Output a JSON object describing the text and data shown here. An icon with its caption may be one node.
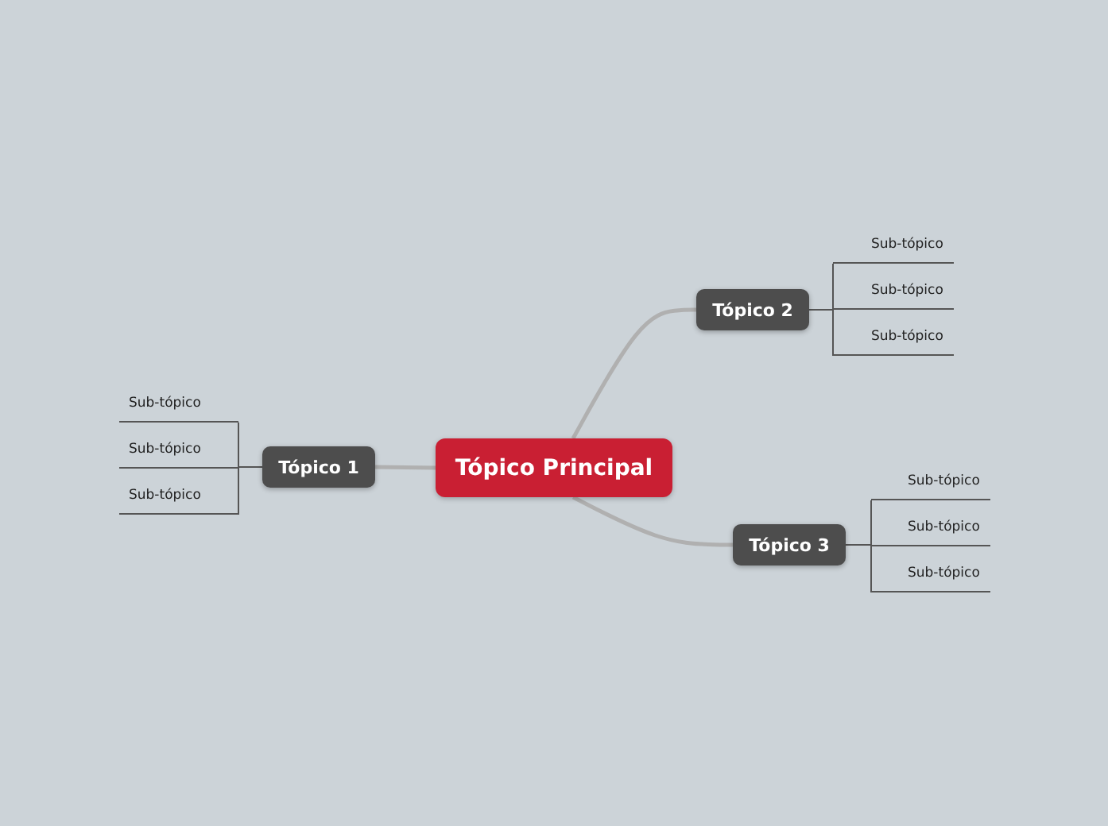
{
  "diagram": {
    "nodes": [
      {
        "text": [
          "Tópico Principal"
        ]
      },
      {
        "text": [
          "Tópico 1"
        ]
      },
      {
        "text": [
          "Tópico 2"
        ]
      },
      {
        "text": [
          "Tópico 3"
        ]
      },
      {
        "text": [
          "Sub-tópico"
        ]
      },
      {
        "text": [
          "Sub-tópico"
        ]
      },
      {
        "text": [
          "Sub-tópico"
        ]
      },
      {
        "text": [
          "Sub-tópico"
        ]
      },
      {
        "text": [
          "Sub-tópico"
        ]
      },
      {
        "text": [
          "Sub-tópico"
        ]
      },
      {
        "text": [
          "Sub-tópico"
        ]
      },
      {
        "text": [
          "Sub-tópico"
        ]
      },
      {
        "text": [
          "Sub-tópico"
        ]
      }
    ],
    "edges": [
      {
        "from": 0,
        "to": 1,
        "arrow": "none",
        "style": "thick",
        "color": "#b0b0b0"
      },
      {
        "from": 0,
        "to": 2,
        "arrow": "none",
        "style": "thick",
        "color": "#b0b0b0"
      },
      {
        "from": 0,
        "to": 3,
        "arrow": "none",
        "style": "thick",
        "color": "#b0b0b0"
      },
      {
        "from": 1,
        "to": 4,
        "arrow": "none"
      },
      {
        "from": 1,
        "to": 5,
        "arrow": "none"
      },
      {
        "from": 1,
        "to": 6,
        "arrow": "none"
      },
      {
        "from": 2,
        "to": 7,
        "arrow": "none"
      },
      {
        "from": 2,
        "to": 8,
        "arrow": "none"
      },
      {
        "from": 2,
        "to": 9,
        "arrow": "none"
      },
      {
        "from": 3,
        "to": 10,
        "arrow": "none"
      },
      {
        "from": 3,
        "to": 11,
        "arrow": "none"
      },
      {
        "from": 3,
        "to": 12,
        "arrow": "none"
      }
    ]
  }
}
